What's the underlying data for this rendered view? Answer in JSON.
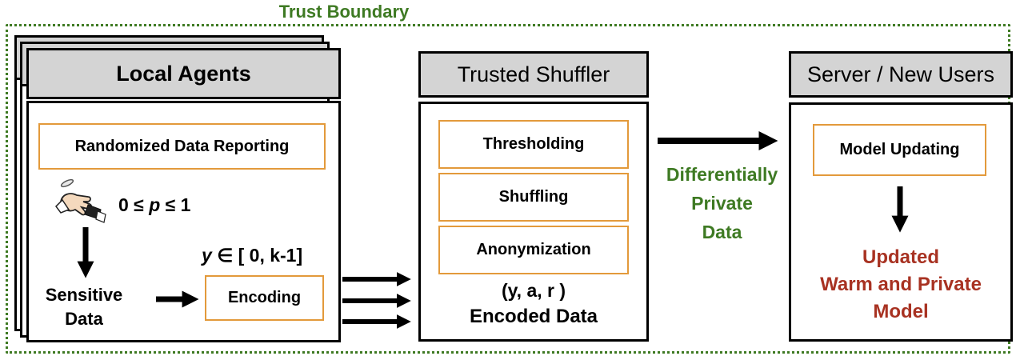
{
  "trust_boundary": {
    "label": "Trust Boundary"
  },
  "local_agents": {
    "header": "Local Agents",
    "reporting_label": "Randomized Data Reporting",
    "probability_text": "0 ≤",
    "probability_var": "p",
    "probability_suffix": "≤ 1",
    "range_var": "y",
    "range_text": "∈ [ 0, k-1]",
    "sensitive_label": "Sensitive\nData",
    "encoding_label": "Encoding",
    "hand_icon": "hand-flipping-coin-icon"
  },
  "trusted_shuffler": {
    "header": "Trusted Shuffler",
    "steps": [
      "Thresholding",
      "Shuffling",
      "Anonymization"
    ],
    "tuple_label": "(y, a, r )",
    "encoded_label": "Encoded Data"
  },
  "transfer": {
    "label": "Differentially\nPrivate\nData"
  },
  "server": {
    "header": "Server / New Users",
    "update_label": "Model Updating",
    "result_label": "Updated\nWarm and Private\nModel"
  },
  "colors": {
    "boundary": "#3e7a23",
    "highlight_border": "#e39a3b",
    "result_text": "#a83222",
    "header_fill": "#d4d4d4"
  }
}
